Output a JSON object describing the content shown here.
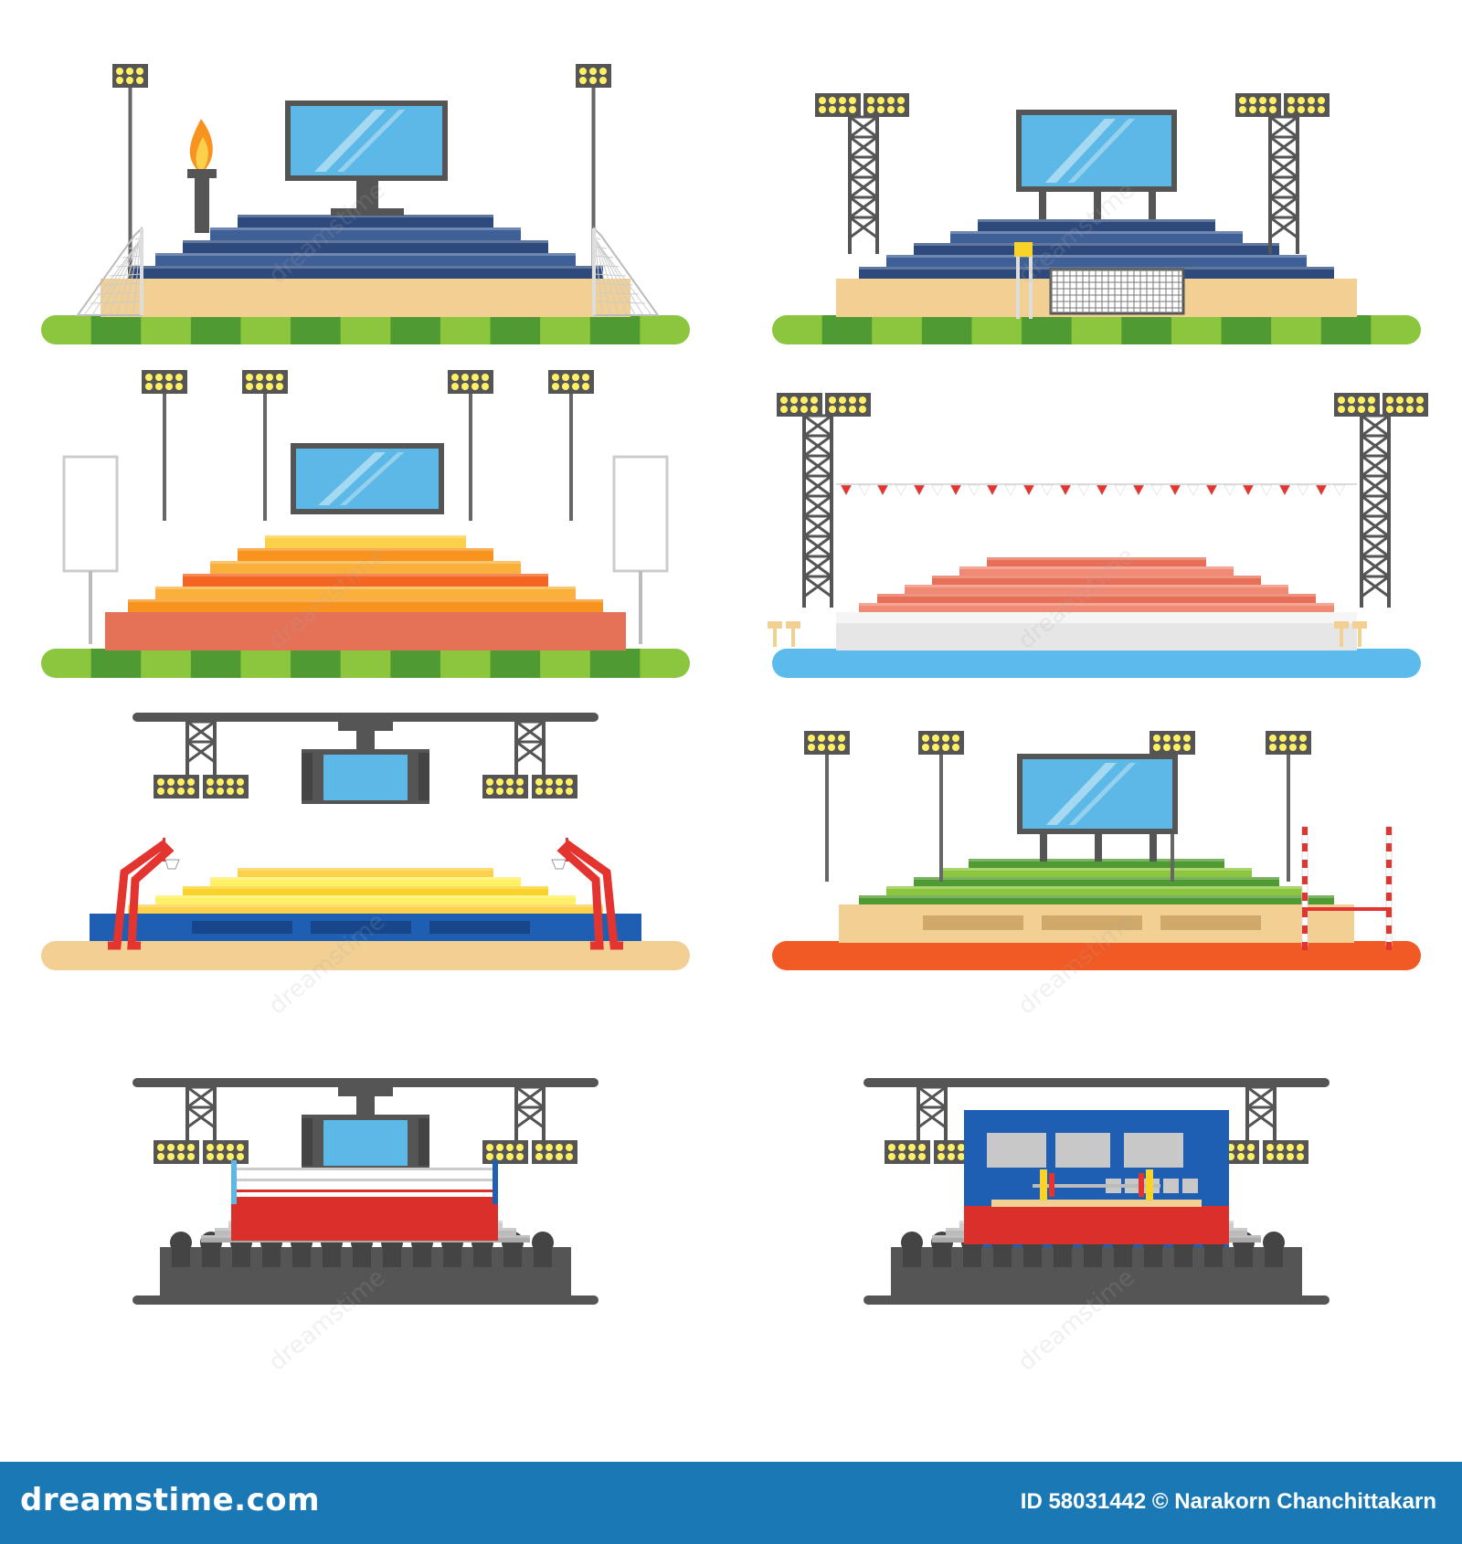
{
  "watermark": {
    "brand": "dreamstime.com",
    "credit": "ID 58031442 © Narakorn Chanchittakarn",
    "overlay_text": "dreamstime"
  },
  "palette": {
    "grass_light": "#8cc63f",
    "grass_dark": "#4f9a32",
    "sand": "#f2cf92",
    "screen_blue": "#5cb8e6",
    "navy": "#2e4a7d",
    "ring_red": "#d9302c",
    "court_blue": "#1f5fb3",
    "track_orange": "#f15a24",
    "pool_blue": "#5cbbea",
    "gray_dark": "#555555",
    "light_yellow": "#fff066",
    "footer_blue": "#1a78b5"
  },
  "stadiums": [
    {
      "name": "stadium-olympic-torch",
      "icon": "torch-icon"
    },
    {
      "name": "stadium-tennis",
      "icon": "tennis-net-icon"
    },
    {
      "name": "stadium-athletics",
      "icon": "billboard-icon"
    },
    {
      "name": "stadium-aquatics",
      "icon": "bunting-icon"
    },
    {
      "name": "stadium-basketball",
      "icon": "basketball-hoop-icon"
    },
    {
      "name": "stadium-rugby",
      "icon": "rugby-posts-icon"
    },
    {
      "name": "stadium-boxing",
      "icon": "boxing-ring-icon"
    },
    {
      "name": "stadium-weightlifting",
      "icon": "barbell-icon"
    }
  ]
}
